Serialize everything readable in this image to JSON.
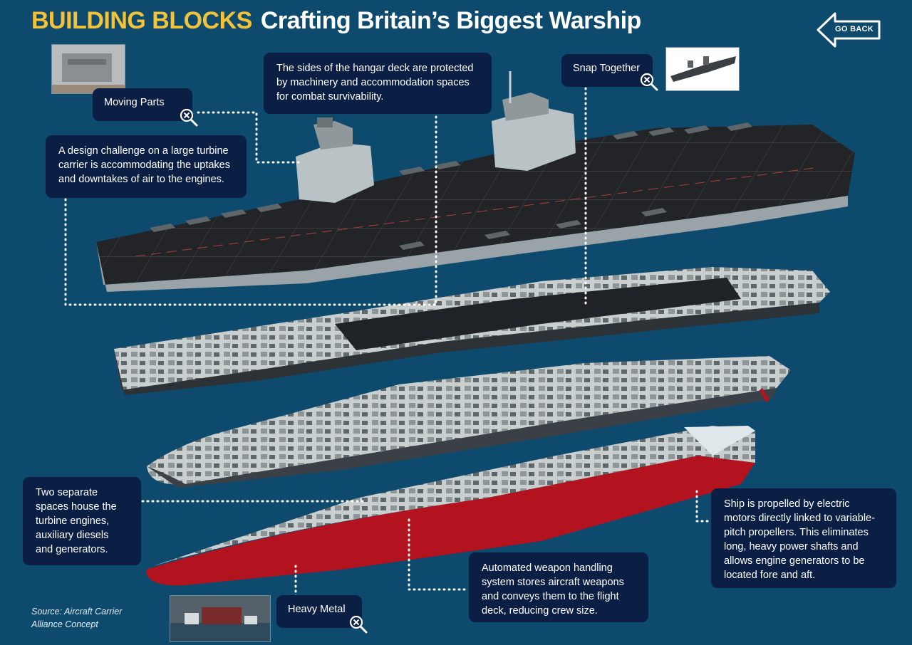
{
  "header": {
    "title_accent": "BUILDING BLOCKS",
    "title_rest": "Crafting Britain’s Biggest Warship"
  },
  "nav": {
    "go_back_label": "GO BACK"
  },
  "callouts": {
    "moving_parts": "Moving Parts",
    "snap_together": "Snap Together",
    "heavy_metal": "Heavy Metal",
    "hangar": "The sides of the hangar deck are protected by machinery and accommodation spaces for combat survivability.",
    "design": "A design challenge on a large turbine carrier is accommodating the uptakes and downtakes of air to the engines.",
    "spaces": "Two separate spaces house the turbine engines, auxiliary diesels and generators.",
    "weapons": "Automated weapon handling system stores aircraft weapons and conveys them to the flight deck, reducing crew size.",
    "propulsion": "Ship is propelled by electric motors directly linked to variable-pitch propellers. This eliminates long, heavy power shafts and allows engine generators to be located fore and aft."
  },
  "source": {
    "line1": "Source: Aircraft Carrier",
    "line2": "Alliance Concept"
  },
  "colors": {
    "background": "#0d4a6e",
    "callout_box": "#0b1f45",
    "accent": "#f2c23a",
    "flight_deck": "#222427",
    "hull_red": "#b3121f",
    "module_grey": "#c9cfcf"
  }
}
